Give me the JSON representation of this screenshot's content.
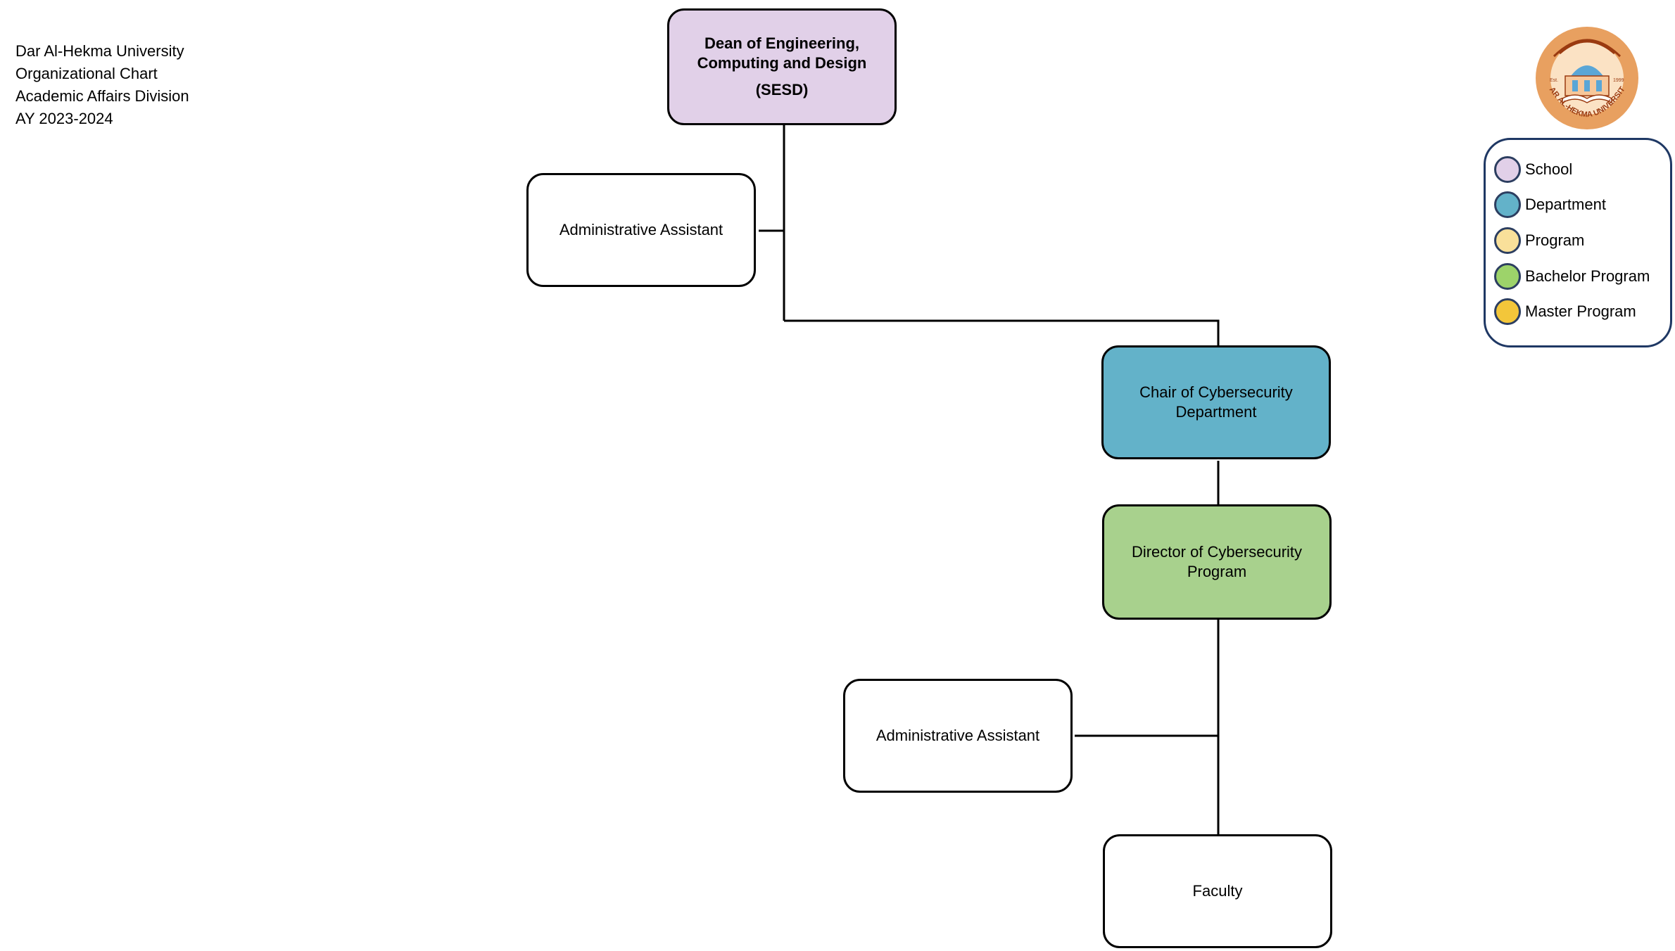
{
  "header": {
    "line1": "Dar Al-Hekma University",
    "line2": "Organizational Chart",
    "line3": "Academic Affairs Division",
    "line4": "AY 2023-2024"
  },
  "logo": {
    "icon": "dar-al-hekma-university-seal",
    "text": "DAR AL-HEKMA UNIVERSITY",
    "est_left": "Est.",
    "est_right": "1999",
    "colors": {
      "outer": "#e8a060",
      "inner": "#fbe2c4",
      "ink": "#9a3a10",
      "dome": "#5aa6d6"
    }
  },
  "nodes": {
    "dean": {
      "line1": "Dean of Engineering,",
      "line2": "Computing and Design",
      "sub": "(SESD)",
      "color": "#e1d0e8"
    },
    "assistant1": {
      "label": "Administrative Assistant",
      "color": "#ffffff"
    },
    "chair": {
      "line1": "Chair of Cybersecurity",
      "line2": "Department",
      "color": "#63b2c9"
    },
    "director": {
      "line1": "Director of Cybersecurity",
      "line2": "Program",
      "color": "#a8d18d"
    },
    "assistant2": {
      "label": "Administrative Assistant",
      "color": "#ffffff"
    },
    "faculty": {
      "label": "Faculty",
      "color": "#ffffff"
    }
  },
  "legend": {
    "border_color": "#1f3864",
    "items": [
      {
        "label": "School",
        "color": "#e1d0e8"
      },
      {
        "label": "Department",
        "color": "#63b2c9"
      },
      {
        "label": "Program",
        "color": "#f9e09a"
      },
      {
        "label": "Bachelor Program",
        "color": "#9dd36a"
      },
      {
        "label": "Master Program",
        "color": "#f3c63a"
      }
    ]
  }
}
